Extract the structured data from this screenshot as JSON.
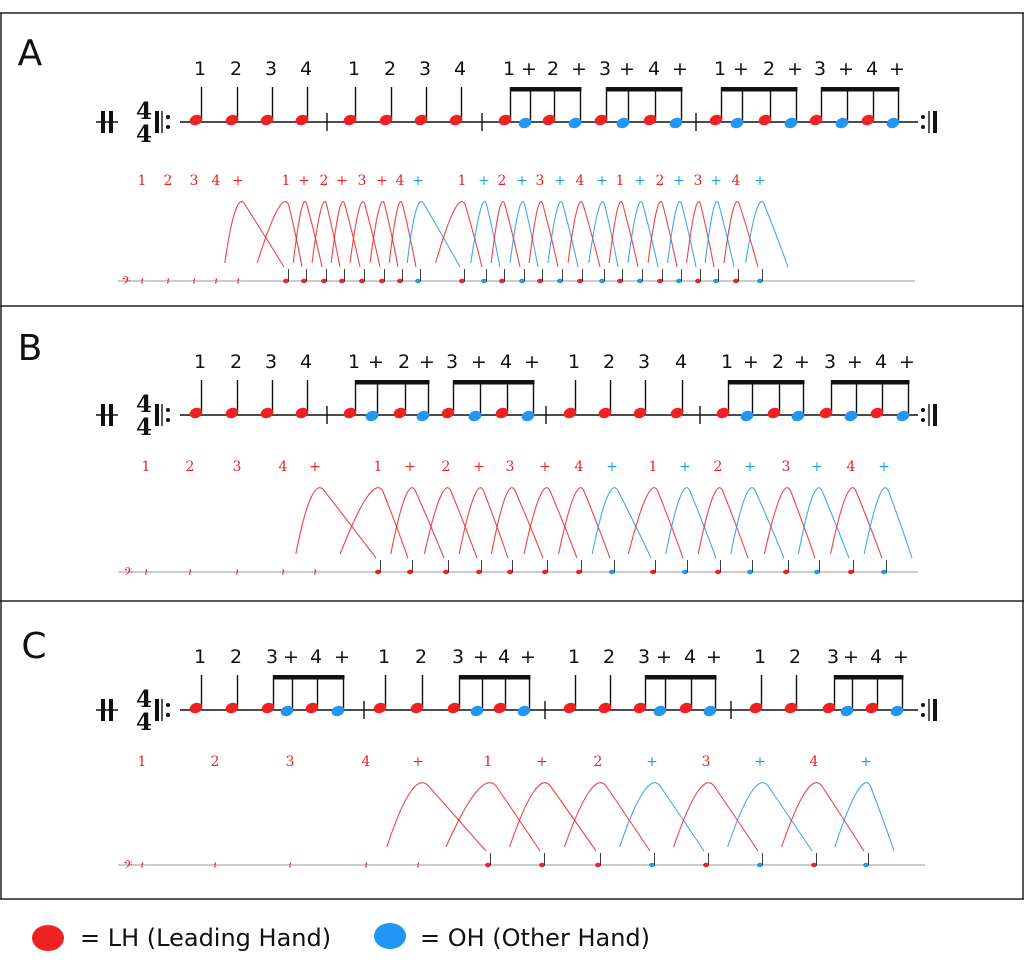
{
  "colors": {
    "lh": "#ee2222",
    "oh": "#2196f3",
    "line": "#111111",
    "light": "#9a9a9a"
  },
  "time_signature": {
    "top": "4",
    "bottom": "4"
  },
  "panels": [
    {
      "label": "A",
      "top_counts": [
        "1",
        "2",
        "3",
        "4",
        "1",
        "2",
        "3",
        "4",
        "1",
        "+",
        "2",
        "+",
        "3",
        "+",
        "4",
        "+",
        "1",
        "+",
        "2",
        "+",
        "3",
        "+",
        "4",
        "+"
      ],
      "top_hands": [
        "L",
        "L",
        "L",
        "L",
        "L",
        "L",
        "L",
        "L",
        "L",
        "O",
        "L",
        "O",
        "L",
        "O",
        "L",
        "O",
        "L",
        "O",
        "L",
        "O",
        "L",
        "O",
        "L",
        "O"
      ],
      "bottom_counts": [
        "1",
        "2",
        "3",
        "4",
        "+",
        "1",
        "+",
        "2",
        "+",
        "3",
        "+",
        "4",
        "+",
        "1",
        "+",
        "2",
        "+",
        "3",
        "+",
        "4",
        "+",
        "1",
        "+",
        "2",
        "+",
        "3",
        "+",
        "4",
        "+"
      ],
      "bottom_hands": [
        "L",
        "L",
        "L",
        "L",
        "L",
        "L",
        "L",
        "L",
        "L",
        "L",
        "L",
        "L",
        "O",
        "L",
        "O",
        "L",
        "O",
        "L",
        "O",
        "L",
        "O",
        "L",
        "O",
        "L",
        "O",
        "L",
        "O",
        "L",
        "O"
      ]
    },
    {
      "label": "B",
      "top_counts": [
        "1",
        "2",
        "3",
        "4",
        "1",
        "+",
        "2",
        "+",
        "3",
        "+",
        "4",
        "+",
        "1",
        "2",
        "3",
        "4",
        "1",
        "+",
        "2",
        "+",
        "3",
        "+",
        "4",
        "+"
      ],
      "top_hands": [
        "L",
        "L",
        "L",
        "L",
        "L",
        "O",
        "L",
        "O",
        "L",
        "O",
        "L",
        "O",
        "L",
        "L",
        "L",
        "L",
        "L",
        "O",
        "L",
        "O",
        "L",
        "O",
        "L",
        "O"
      ],
      "bottom_counts": [
        "1",
        "2",
        "3",
        "4",
        "+",
        "1",
        "+",
        "2",
        "+",
        "3",
        "+",
        "4",
        "+",
        "1",
        "+",
        "2",
        "+",
        "3",
        "+",
        "4",
        "+"
      ],
      "bottom_hands": [
        "L",
        "L",
        "L",
        "L",
        "L",
        "L",
        "L",
        "L",
        "L",
        "L",
        "L",
        "L",
        "O",
        "L",
        "O",
        "L",
        "O",
        "L",
        "O",
        "L",
        "O"
      ]
    },
    {
      "label": "C",
      "top_counts": [
        "1",
        "2",
        "3",
        "+",
        "4",
        "+",
        "1",
        "2",
        "3",
        "+",
        "4",
        "+",
        "1",
        "2",
        "3",
        "+",
        "4",
        "+",
        "1",
        "2",
        "3",
        "+",
        "4",
        "+"
      ],
      "top_hands": [
        "L",
        "L",
        "L",
        "O",
        "L",
        "O",
        "L",
        "L",
        "L",
        "O",
        "L",
        "O",
        "L",
        "L",
        "L",
        "O",
        "L",
        "O",
        "L",
        "L",
        "L",
        "O",
        "L",
        "O"
      ],
      "bottom_counts": [
        "1",
        "2",
        "3",
        "4",
        "+",
        "1",
        "+",
        "2",
        "+",
        "3",
        "+",
        "4",
        "+"
      ],
      "bottom_hands": [
        "L",
        "L",
        "L",
        "L",
        "L",
        "L",
        "L",
        "L",
        "O",
        "L",
        "O",
        "L",
        "O"
      ]
    }
  ],
  "legend": {
    "lh_text": "= LH (Leading Hand)",
    "oh_text": "= OH (Other Hand)"
  }
}
